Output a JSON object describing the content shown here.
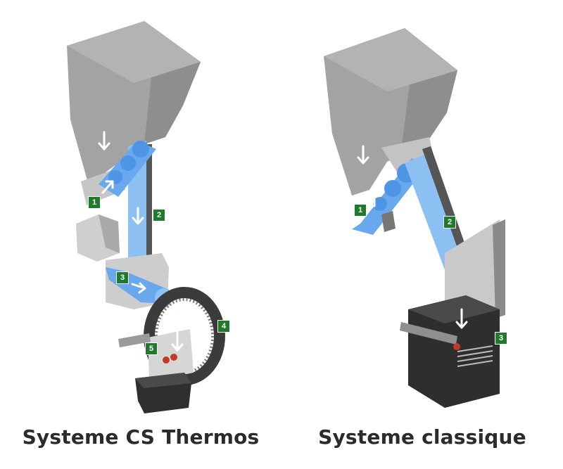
{
  "colors": {
    "hopper": "#a3a3a3",
    "hopper_shade": "#8c8c8c",
    "metal": "#bdbdbd",
    "dark_metal": "#3a3a3a",
    "pellet_flow": "#6aa8ee",
    "badge": "#1f7a2c",
    "arrow": "#ffffff",
    "glow": "#c0392b"
  },
  "left": {
    "caption": "Systeme CS Thermos",
    "labels": [
      "1",
      "2",
      "3",
      "4",
      "5"
    ]
  },
  "right": {
    "caption": "Systeme classique",
    "labels": [
      "1",
      "2",
      "3"
    ]
  }
}
